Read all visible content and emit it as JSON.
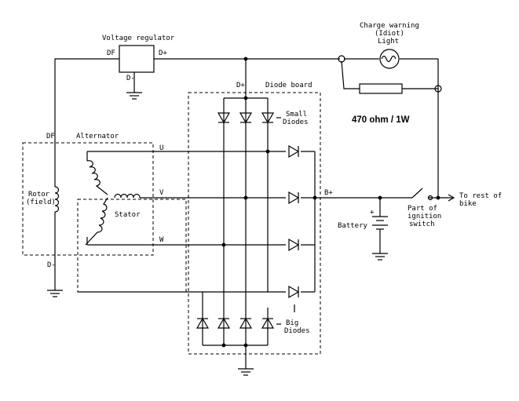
{
  "labels": {
    "voltage_regulator": "Voltage regulator",
    "df_top": "DF",
    "dplus_top": "D+",
    "dminus_reg": "D-",
    "charge_warning_1": "Charge warning",
    "charge_warning_2": "(Idiot)",
    "charge_warning_3": "Light",
    "resistor": "470 ohm / 1W",
    "diode_board": "Diode board",
    "dplus_board": "D+",
    "small_diodes_1": "Small",
    "small_diodes_2": "Diodes",
    "df_alt": "DF",
    "alternator": "Alternator",
    "rotor_1": "Rotor",
    "rotor_2": "(field)",
    "stator": "Stator",
    "phase_u": "U",
    "phase_v": "V",
    "phase_w": "W",
    "dminus_alt": "D-",
    "bplus": "B+",
    "battery": "Battery",
    "battery_plus": "+",
    "ignition_1": "Part of",
    "ignition_2": "ignition",
    "ignition_3": "switch",
    "rest_1": "To rest of",
    "rest_2": "bike",
    "big_diodes_1": "Big",
    "big_diodes_2": "Diodes"
  }
}
